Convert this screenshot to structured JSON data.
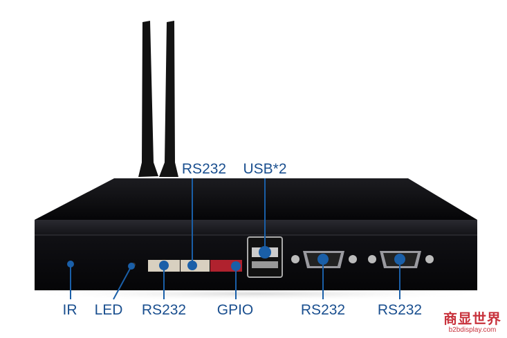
{
  "labels": {
    "top": [
      {
        "text": "RS232"
      },
      {
        "text": "USB*2"
      }
    ],
    "bottom": [
      {
        "text": "IR"
      },
      {
        "text": "LED"
      },
      {
        "text": "RS232"
      },
      {
        "text": "GPIO"
      },
      {
        "text": "RS232"
      },
      {
        "text": "RS232"
      }
    ]
  },
  "watermark": {
    "brand": "商显世界",
    "site": "b2bdisplay.com"
  },
  "colors": {
    "leader": "#1a5fa8",
    "device": "#0d0d0f",
    "gpio": "#b0222e"
  }
}
